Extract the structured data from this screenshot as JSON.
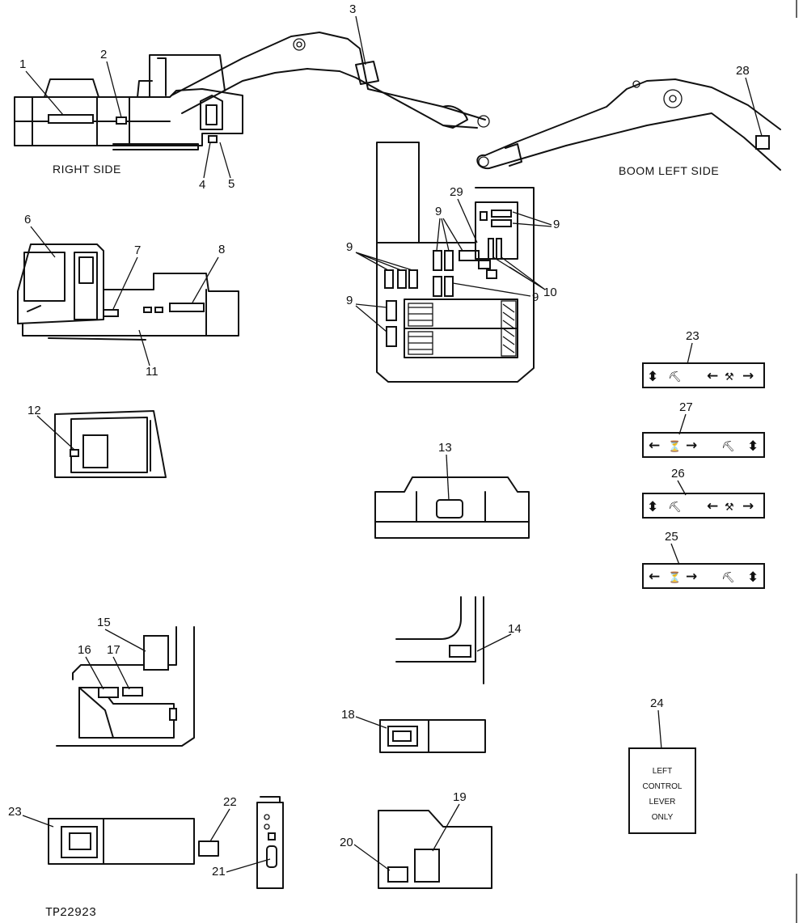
{
  "captions": {
    "right_side": "RIGHT SIDE",
    "boom_left_side": "BOOM LEFT SIDE",
    "figure_ref": "TP22923"
  },
  "callouts": {
    "c1": "1",
    "c2": "2",
    "c3": "3",
    "c4": "4",
    "c5": "5",
    "c6": "6",
    "c7": "7",
    "c8": "8",
    "c9a": "9",
    "c9b": "9",
    "c9c": "9",
    "c9d": "9",
    "c9e": "9",
    "c10": "10",
    "c11": "11",
    "c12": "12",
    "c13": "13",
    "c14": "14",
    "c15": "15",
    "c16": "16",
    "c17": "17",
    "c18": "18",
    "c19": "19",
    "c20": "20",
    "c21": "21",
    "c22": "22",
    "c23a": "23",
    "c23b": "23",
    "c24": "24",
    "c25": "25",
    "c26": "26",
    "c27": "27",
    "c28": "28",
    "c29": "29"
  },
  "decal_24": {
    "line1": "LEFT",
    "line2": "CONTROL",
    "line3": "LEVER",
    "line4": "ONLY"
  },
  "icons": {
    "up_down_arrow": "⬍",
    "left_arrow": "←",
    "right_arrow": "→"
  }
}
